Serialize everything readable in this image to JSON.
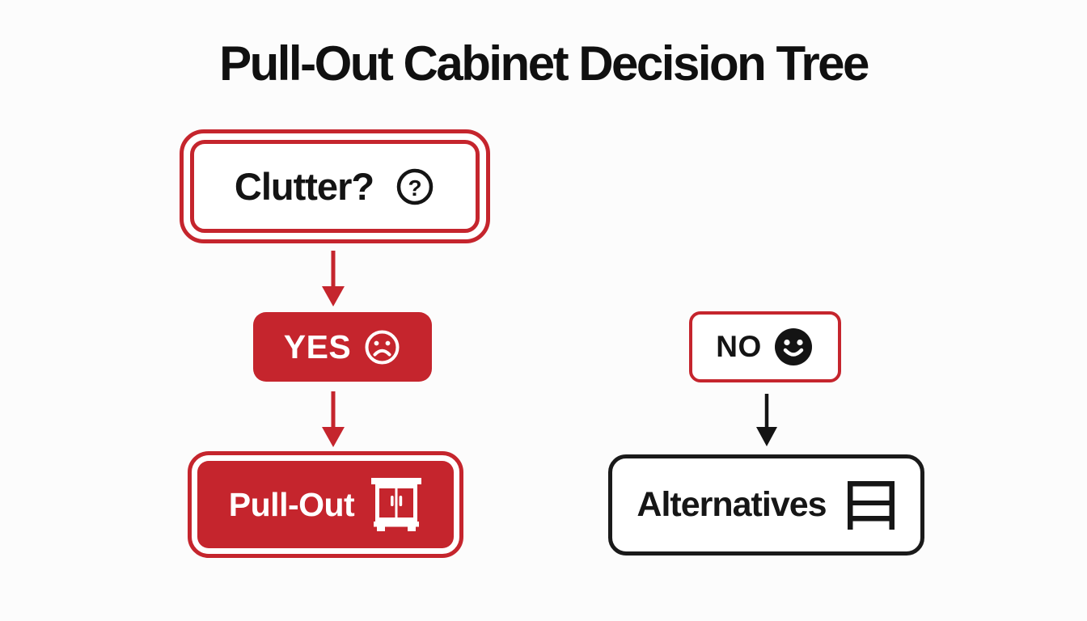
{
  "title": "Pull-Out Cabinet Decision Tree",
  "palette": {
    "red": "#C5252D",
    "ink": "#141414",
    "background": "#FCFCFC",
    "white": "#FFFFFF"
  },
  "flowchart": {
    "root": {
      "label": "Clutter?",
      "icon": "question-circle-icon",
      "icon_glyph": "?"
    },
    "yes_branch": {
      "decision": {
        "label": "YES",
        "icon": "sad-face-icon"
      },
      "outcome": {
        "label": "Pull-Out",
        "icon": "cabinet-icon"
      }
    },
    "no_branch": {
      "decision": {
        "label": "NO",
        "icon": "smiley-face-icon"
      },
      "outcome": {
        "label": "Alternatives",
        "icon": "shelf-icon"
      }
    }
  }
}
